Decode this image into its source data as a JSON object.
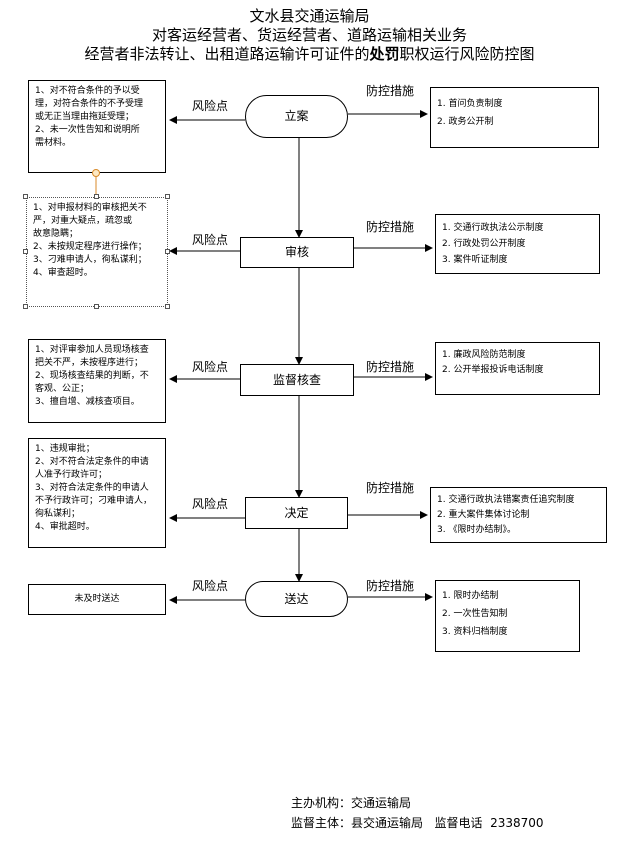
{
  "header": {
    "line1": "文水县交通运输局",
    "line2": "对客运经营者、货运经营者、道路运输相关业务",
    "line3_a": "经营者非法转让、出租道路运输许可证件的",
    "line3_b": "处罚",
    "line3_c": "职权运行风险防控图"
  },
  "steps": [
    {
      "label": "立案"
    },
    {
      "label": "审核"
    },
    {
      "label": "监督核查"
    },
    {
      "label": "决定"
    },
    {
      "label": "送达"
    }
  ],
  "labels": {
    "risk": "风险点",
    "control": "防控措施"
  },
  "risks": [
    [
      "1、对不符合条件的予以受",
      "理，对符合条件的不予受理",
      "或无正当理由拖延受理；",
      "2、未一次性告知和说明所",
      "需材料。"
    ],
    [
      "1、对申报材料的审核把关不",
      "严，对重大疑点，疏忽或",
      "故意隐瞒；",
      "2、未按规定程序进行操作；",
      "3、刁难申请人，徇私谋利；",
      "4、审查超时。"
    ],
    [
      "1、对评审参加人员现场核查",
      "把关不严，未按程序进行；",
      "2、现场核查结果的判断，不",
      "客观、公正；",
      "3、擅自增、减核查项目。"
    ],
    [
      "1、违规审批；",
      "2、对不符合法定条件的申请",
      "人准予行政许可；",
      "3、对符合法定条件的申请人",
      "不予行政许可；刁难申请人，",
      "徇私谋利；",
      "4、审批超时。"
    ],
    [
      "未及时送达"
    ]
  ],
  "controls": [
    [
      "1. 首问负责制度",
      "2. 政务公开制"
    ],
    [
      "1. 交通行政执法公示制度",
      "2. 行政处罚公开制度",
      "3. 案件听证制度"
    ],
    [
      "1. 廉政风险防范制度",
      "2. 公开举报投诉电话制度"
    ],
    [
      "1. 交通行政执法错案责任追究制度",
      "2. 重大案件集体讨论制",
      "3. 《限时办结制》。"
    ],
    [
      "1. 限时办结制",
      "2. 一次性告知制",
      "3. 资料归档制度"
    ]
  ],
  "footer": {
    "org": "主办机构：交通运输局",
    "supervisor": "监督主体：县交通运输局   监督电话  2338700"
  }
}
